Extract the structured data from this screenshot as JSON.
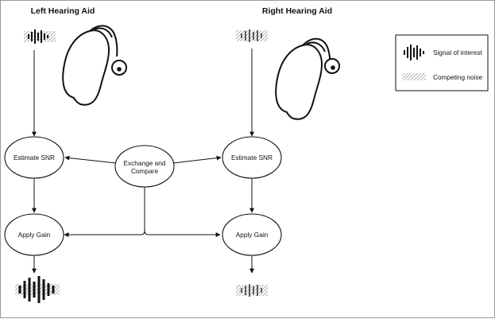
{
  "titles": {
    "left": "Left Hearing Aid",
    "right": "Right Hearing Aid"
  },
  "nodes": {
    "left_estimate": "Estimate SNR",
    "right_estimate": "Estimate SNR",
    "left_gain": "Apply Gain",
    "right_gain": "Apply Gain",
    "exchange_line1": "Exchange and",
    "exchange_line2": "Compare"
  },
  "legend": {
    "signal": "Signal of interest",
    "noise": "Competing noise"
  },
  "colors": {
    "stroke": "#111111",
    "hatch": "#888888",
    "background": "#ffffff"
  },
  "icons": {
    "hearing_aid": "hearing-aid-icon",
    "signal": "signal-waveform-icon",
    "noise": "noise-hatch-icon"
  }
}
